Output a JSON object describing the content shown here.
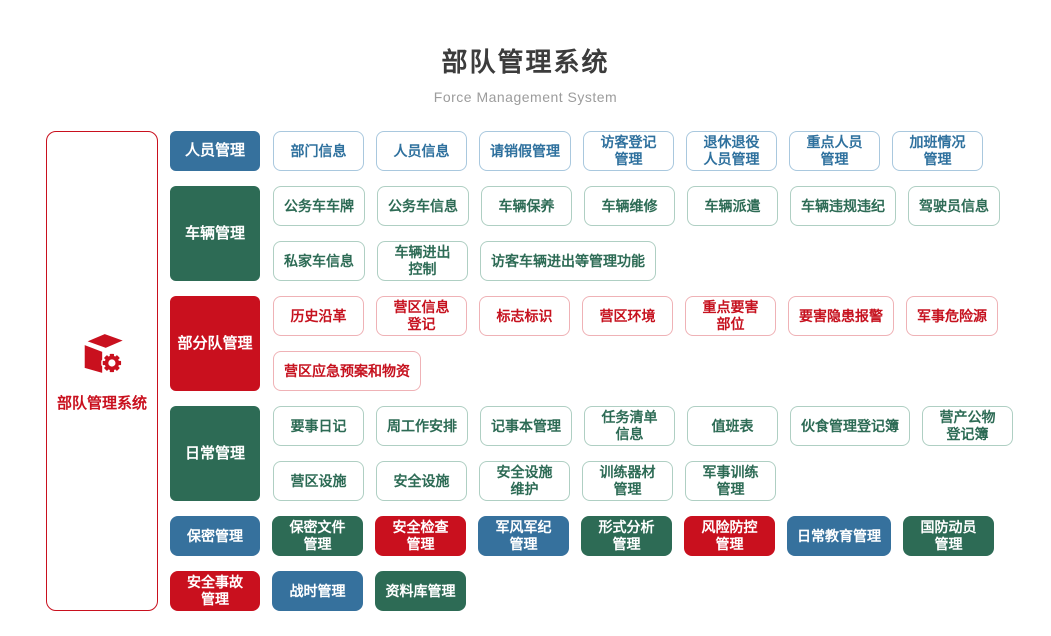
{
  "header": {
    "title": "部队管理系统",
    "subtitle": "Force Management System"
  },
  "sidebar": {
    "label": "部队管理系统",
    "icon": "cube-gear-icon"
  },
  "colors": {
    "blue": "#36719d",
    "green": "#2d6b55",
    "red": "#c9101e",
    "outline_blue_border": "#a9c8de",
    "outline_green_border": "#afcfc3",
    "outline_red_border": "#efb2b6",
    "title_text": "#3c3c3c",
    "subtitle_text": "#9c9c9c"
  },
  "groups": [
    {
      "category": {
        "label": "人员管理",
        "variant": "blue"
      },
      "lines": [
        [
          {
            "label": "部门信息",
            "variant": "blue"
          },
          {
            "label": "人员信息",
            "variant": "blue"
          },
          {
            "label": "请销假管理",
            "variant": "blue"
          },
          {
            "label": "访客登记\n管理",
            "variant": "blue"
          },
          {
            "label": "退休退役\n人员管理",
            "variant": "blue"
          },
          {
            "label": "重点人员\n管理",
            "variant": "blue"
          },
          {
            "label": "加班情况\n管理",
            "variant": "blue"
          }
        ]
      ]
    },
    {
      "category": {
        "label": "车辆管理",
        "variant": "green"
      },
      "lines": [
        [
          {
            "label": "公务车车牌",
            "variant": "green"
          },
          {
            "label": "公务车信息",
            "variant": "green"
          },
          {
            "label": "车辆保养",
            "variant": "green"
          },
          {
            "label": "车辆维修",
            "variant": "green"
          },
          {
            "label": "车辆派遣",
            "variant": "green"
          },
          {
            "label": "车辆违规违纪",
            "variant": "green"
          },
          {
            "label": "驾驶员信息",
            "variant": "green"
          }
        ],
        [
          {
            "label": "私家车信息",
            "variant": "green"
          },
          {
            "label": "车辆进出\n控制",
            "variant": "green"
          },
          {
            "label": "访客车辆进出等管理功能",
            "variant": "green"
          }
        ]
      ]
    },
    {
      "category": {
        "label": "部分队管理",
        "variant": "red"
      },
      "lines": [
        [
          {
            "label": "历史沿革",
            "variant": "red"
          },
          {
            "label": "营区信息\n登记",
            "variant": "red"
          },
          {
            "label": "标志标识",
            "variant": "red"
          },
          {
            "label": "营区环境",
            "variant": "red"
          },
          {
            "label": "重点要害\n部位",
            "variant": "red"
          },
          {
            "label": "要害隐患报警",
            "variant": "red"
          },
          {
            "label": "军事危险源",
            "variant": "red"
          }
        ],
        [
          {
            "label": "营区应急预案和物资",
            "variant": "red"
          }
        ]
      ]
    },
    {
      "category": {
        "label": "日常管理",
        "variant": "green"
      },
      "lines": [
        [
          {
            "label": "要事日记",
            "variant": "green"
          },
          {
            "label": "周工作安排",
            "variant": "green"
          },
          {
            "label": "记事本管理",
            "variant": "green"
          },
          {
            "label": "任务清单\n信息",
            "variant": "green"
          },
          {
            "label": "值班表",
            "variant": "green"
          },
          {
            "label": "伙食管理登记簿",
            "variant": "green"
          },
          {
            "label": "营产公物\n登记簿",
            "variant": "green"
          }
        ],
        [
          {
            "label": "营区设施",
            "variant": "green"
          },
          {
            "label": "安全设施",
            "variant": "green"
          },
          {
            "label": "安全设施\n维护",
            "variant": "green"
          },
          {
            "label": "训练器材\n管理",
            "variant": "green"
          },
          {
            "label": "军事训练\n管理",
            "variant": "green"
          }
        ]
      ]
    }
  ],
  "standalone_rows": [
    [
      {
        "label": "保密管理",
        "variant": "blue",
        "slot": true
      },
      {
        "label": "保密文件\n管理",
        "variant": "green"
      },
      {
        "label": "安全检查\n管理",
        "variant": "red"
      },
      {
        "label": "军风军纪\n管理",
        "variant": "blue"
      },
      {
        "label": "形式分析\n管理",
        "variant": "green"
      },
      {
        "label": "风险防控\n管理",
        "variant": "red"
      },
      {
        "label": "日常教育管理",
        "variant": "blue"
      },
      {
        "label": "国防动员\n管理",
        "variant": "green"
      }
    ],
    [
      {
        "label": "安全事故\n管理",
        "variant": "red",
        "slot": true
      },
      {
        "label": "战时管理",
        "variant": "blue"
      },
      {
        "label": "资料库管理",
        "variant": "green"
      }
    ]
  ]
}
